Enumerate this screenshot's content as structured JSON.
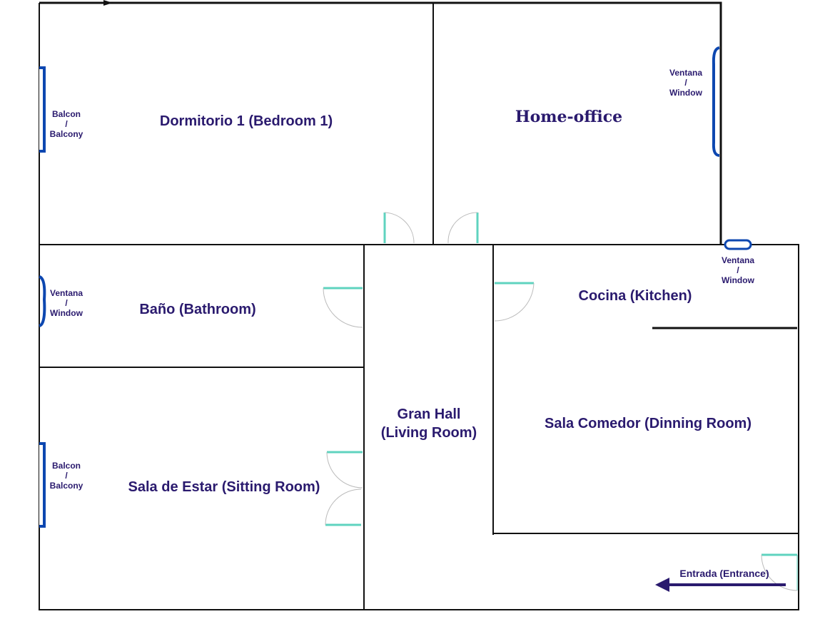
{
  "rooms": {
    "bedroom": "Dormitorio 1 (Bedroom 1)",
    "office": "Home-office",
    "bathroom": "Baño (Bathroom)",
    "kitchen": "Cocina (Kitchen)",
    "hall_1": "Gran Hall",
    "hall_2": "(Living Room)",
    "dining": "Sala Comedor (Dinning Room)",
    "sitting": "Sala de Estar (Sitting Room)",
    "entrance": "Entrada (Entrance)"
  },
  "labels": {
    "balcony_1": [
      "Balcon",
      "/",
      "Balcony"
    ],
    "balcony_2": [
      "Balcon",
      "/",
      "Balcony"
    ],
    "window_office": [
      "Ventana",
      "/",
      "Window"
    ],
    "window_bath": [
      "Ventana",
      "/",
      "Window"
    ],
    "window_kitchen": [
      "Ventana",
      "/",
      "Window"
    ]
  },
  "colors": {
    "text": "#2a1a6e",
    "window": "#0d47b0",
    "door": "#5fd3bf",
    "arrow": "#2a1a6e"
  }
}
